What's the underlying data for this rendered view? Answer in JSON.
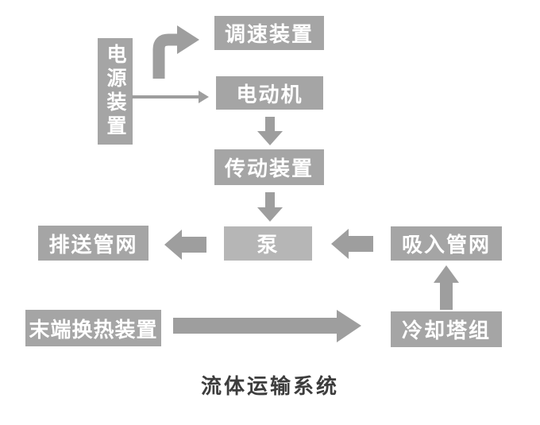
{
  "diagram": {
    "caption": "流体运输系统",
    "nodes": {
      "power": "电源装置",
      "speed": "调速装置",
      "motor": "电动机",
      "transmission": "传动装置",
      "pump": "泵",
      "discharge": "排送管网",
      "suction": "吸入管网",
      "terminal": "末端换热装置",
      "cooling": "冷却塔组"
    },
    "edges": [
      {
        "from": "电源装置",
        "to": "调速装置",
        "style": "thick-elbow-arrow"
      },
      {
        "from": "电源装置",
        "to": "电动机",
        "style": "thin-arrow"
      },
      {
        "from": "电动机",
        "to": "传动装置",
        "style": "block-arrow-down"
      },
      {
        "from": "传动装置",
        "to": "泵",
        "style": "block-arrow-down"
      },
      {
        "from": "泵",
        "to": "排送管网",
        "style": "block-arrow-left"
      },
      {
        "from": "吸入管网",
        "to": "泵",
        "style": "block-arrow-left"
      },
      {
        "from": "冷却塔组",
        "to": "吸入管网",
        "style": "block-arrow-up"
      },
      {
        "from": "末端换热装置",
        "to": "冷却塔组",
        "style": "block-arrow-right-long"
      }
    ],
    "colors": {
      "box": "#a5a5a5",
      "pump_box": "#b6b6b6",
      "arrow": "#9e9e9e",
      "box_text": "#ffffff",
      "caption_text": "#3d3d3d",
      "background": "#ffffff"
    }
  }
}
